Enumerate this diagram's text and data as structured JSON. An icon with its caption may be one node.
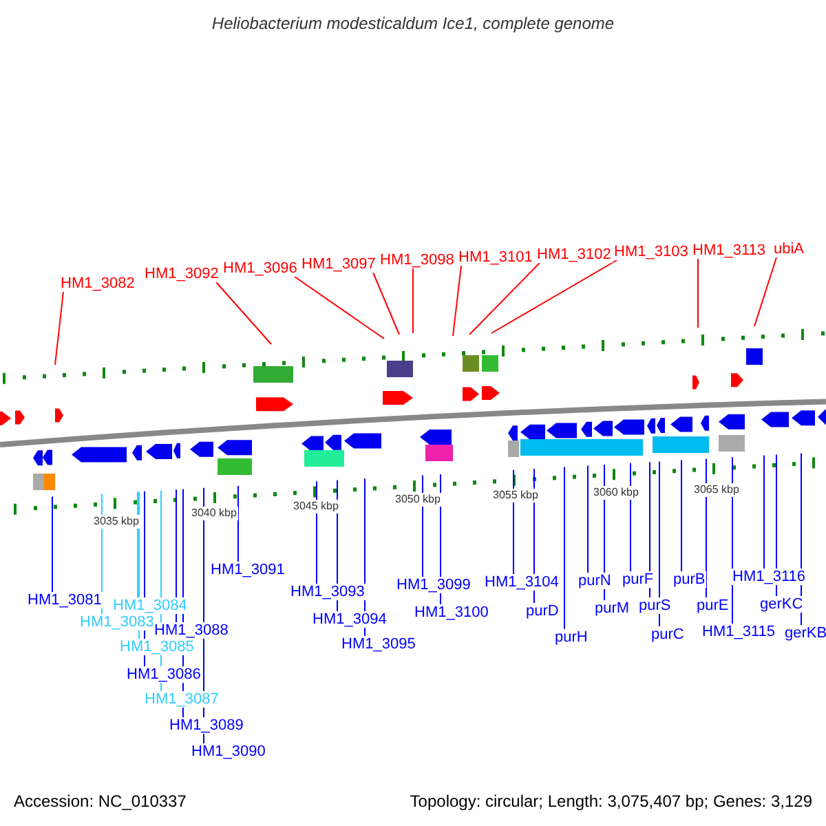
{
  "diagram": {
    "title": "Heliobacterium modesticaldum Ice1, complete genome",
    "nodes": [
      {
        "text": [
          "HM1_3082"
        ]
      },
      {
        "text": [
          "HM1_3092"
        ]
      },
      {
        "text": [
          "HM1_3096"
        ]
      },
      {
        "text": [
          "HM1_3097"
        ]
      },
      {
        "text": [
          "HM1_3098"
        ]
      },
      {
        "text": [
          "HM1_3101"
        ]
      },
      {
        "text": [
          "HM1_3102"
        ]
      },
      {
        "text": [
          "HM1_3103"
        ]
      },
      {
        "text": [
          "HM1_3113"
        ]
      },
      {
        "text": [
          "ubiA"
        ]
      },
      {
        "text": [
          "HM1_3081"
        ]
      },
      {
        "text": [
          "HM1_3083"
        ]
      },
      {
        "text": [
          "HM1_3084"
        ]
      },
      {
        "text": [
          "HM1_3085"
        ]
      },
      {
        "text": [
          "HM1_3086"
        ]
      },
      {
        "text": [
          "HM1_3087"
        ]
      },
      {
        "text": [
          "HM1_3088"
        ]
      },
      {
        "text": [
          "HM1_3089"
        ]
      },
      {
        "text": [
          "HM1_3090"
        ]
      },
      {
        "text": [
          "HM1_3091"
        ]
      },
      {
        "text": [
          "HM1_3093"
        ]
      },
      {
        "text": [
          "HM1_3094"
        ]
      },
      {
        "text": [
          "HM1_3095"
        ]
      },
      {
        "text": [
          "HM1_3099"
        ]
      },
      {
        "text": [
          "HM1_3100"
        ]
      },
      {
        "text": [
          "HM1_3104"
        ]
      },
      {
        "text": [
          "purD"
        ]
      },
      {
        "text": [
          "purH"
        ]
      },
      {
        "text": [
          "purN"
        ]
      },
      {
        "text": [
          "purM"
        ]
      },
      {
        "text": [
          "purF"
        ]
      },
      {
        "text": [
          "purS"
        ]
      },
      {
        "text": [
          "purC"
        ]
      },
      {
        "text": [
          "purB"
        ]
      },
      {
        "text": [
          "purE"
        ]
      },
      {
        "text": [
          "HM1_3115"
        ]
      },
      {
        "text": [
          "HM1_3116"
        ]
      },
      {
        "text": [
          "gerKC"
        ]
      },
      {
        "text": [
          "gerKB"
        ]
      }
    ],
    "edges": [
      {
        "from": 0,
        "to": null,
        "arrow": "none",
        "color": "#ff0000"
      },
      {
        "from": 1,
        "to": null,
        "arrow": "none",
        "color": "#ff0000"
      },
      {
        "from": 2,
        "to": null,
        "arrow": "none",
        "color": "#ff0000"
      },
      {
        "from": 3,
        "to": null,
        "arrow": "none",
        "color": "#ff0000"
      },
      {
        "from": 4,
        "to": null,
        "arrow": "none",
        "color": "#ff0000"
      },
      {
        "from": 5,
        "to": null,
        "arrow": "none",
        "color": "#ff0000"
      },
      {
        "from": 6,
        "to": null,
        "arrow": "none",
        "color": "#ff0000"
      },
      {
        "from": 7,
        "to": null,
        "arrow": "none",
        "color": "#ff0000"
      },
      {
        "from": 8,
        "to": null,
        "arrow": "none",
        "color": "#ff0000"
      },
      {
        "from": 9,
        "to": null,
        "arrow": "none",
        "color": "#ff0000"
      },
      {
        "from": 10,
        "to": null,
        "arrow": "none"
      },
      {
        "from": 11,
        "to": null,
        "arrow": "none",
        "color": "#33ccff"
      },
      {
        "from": 12,
        "to": null,
        "arrow": "none",
        "color": "#33ccff"
      },
      {
        "from": 13,
        "to": null,
        "arrow": "none",
        "color": "#33ccff"
      },
      {
        "from": 14,
        "to": null,
        "arrow": "none"
      },
      {
        "from": 15,
        "to": null,
        "arrow": "none",
        "color": "#33ccff"
      },
      {
        "from": 16,
        "to": null,
        "arrow": "none"
      },
      {
        "from": 17,
        "to": null,
        "arrow": "none"
      },
      {
        "from": 18,
        "to": null,
        "arrow": "none"
      },
      {
        "from": 19,
        "to": null,
        "arrow": "none"
      },
      {
        "from": 20,
        "to": null,
        "arrow": "none"
      },
      {
        "from": 21,
        "to": null,
        "arrow": "none"
      },
      {
        "from": 22,
        "to": null,
        "arrow": "none"
      },
      {
        "from": 23,
        "to": null,
        "arrow": "none"
      },
      {
        "from": 24,
        "to": null,
        "arrow": "none"
      },
      {
        "from": 25,
        "to": null,
        "arrow": "none"
      },
      {
        "from": 26,
        "to": null,
        "arrow": "none"
      },
      {
        "from": 27,
        "to": null,
        "arrow": "none"
      },
      {
        "from": 28,
        "to": null,
        "arrow": "none"
      },
      {
        "from": 29,
        "to": null,
        "arrow": "none"
      },
      {
        "from": 30,
        "to": null,
        "arrow": "none"
      },
      {
        "from": 31,
        "to": null,
        "arrow": "none"
      },
      {
        "from": 32,
        "to": null,
        "arrow": "none"
      },
      {
        "from": 33,
        "to": null,
        "arrow": "none"
      },
      {
        "from": 34,
        "to": null,
        "arrow": "none"
      },
      {
        "from": 35,
        "to": null,
        "arrow": "none"
      },
      {
        "from": 36,
        "to": null,
        "arrow": "none"
      },
      {
        "from": 37,
        "to": null,
        "arrow": "none"
      },
      {
        "from": 38,
        "to": null,
        "arrow": "none"
      }
    ],
    "labels": [
      "3035 kbp",
      "3040 kbp",
      "3045 kbp",
      "3050 kbp",
      "3055 kbp",
      "3060 kbp",
      "3065 kbp",
      "Accession: NC_010337",
      "Topology: circular; Length: 3,075,407 bp; Genes: 3,129"
    ]
  }
}
